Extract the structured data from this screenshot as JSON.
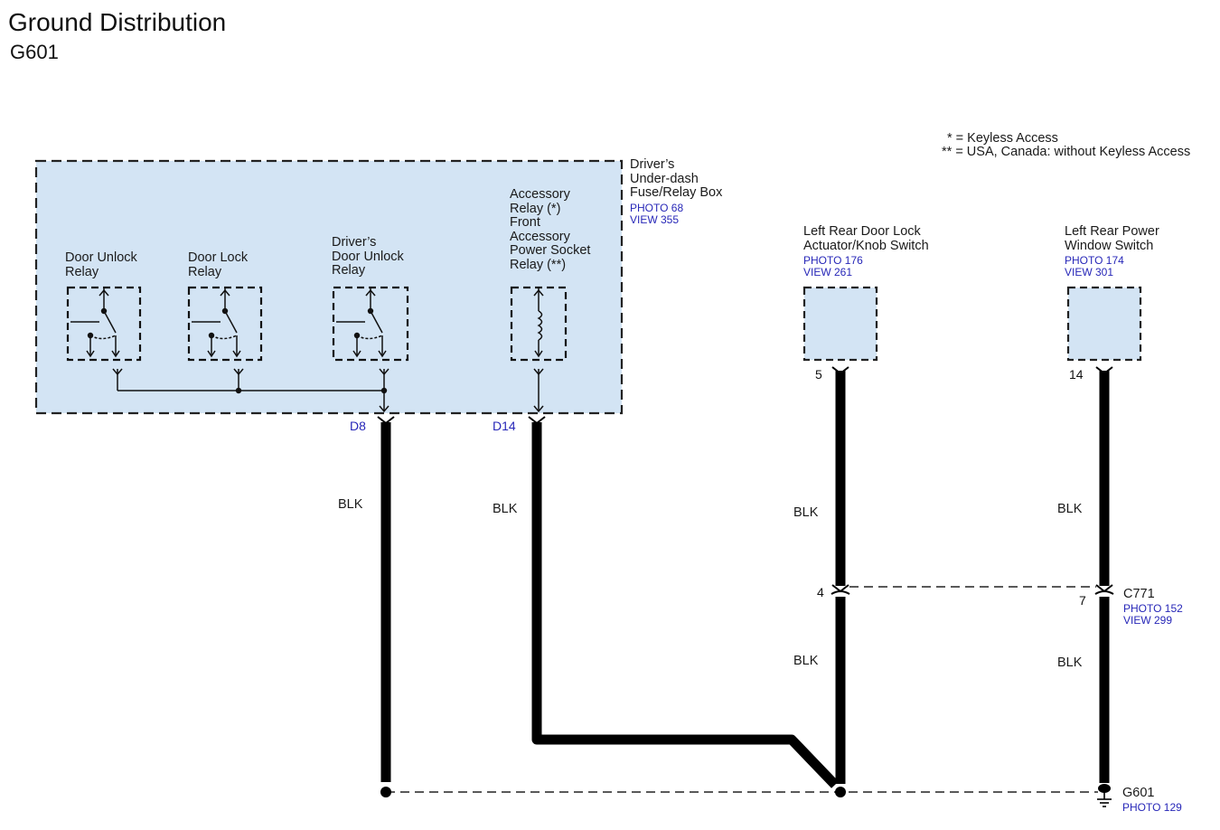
{
  "title": "Ground Distribution",
  "subtitle": "G601",
  "legend": {
    "line1": "* = Keyless Access",
    "line2": "** = USA, Canada: without Keyless Access"
  },
  "fuse_box": {
    "name": "Driver’s\nUnder-dash\nFuse/Relay Box",
    "ref": "PHOTO 68\nVIEW 355",
    "fill": "#d3e4f4",
    "relays": {
      "door_unlock": "Door Unlock\nRelay",
      "door_lock": "Door Lock\nRelay",
      "drivers_door_unlock": "Driver’s\nDoor Unlock\nRelay",
      "accessory": "Accessory\nRelay (*)\nFront\nAccessory\nPower Socket\nRelay (**)"
    },
    "pins": {
      "d8": "D8",
      "d14": "D14"
    }
  },
  "components": {
    "left_rear_door_lock": {
      "name": "Left Rear Door Lock\nActuator/Knob Switch",
      "ref": "PHOTO 176\nVIEW 261",
      "pin": "5"
    },
    "left_rear_power_window": {
      "name": "Left Rear Power\nWindow Switch",
      "ref": "PHOTO 174\nVIEW 301",
      "pin": "14"
    }
  },
  "connector_c771": {
    "name": "C771",
    "ref": "PHOTO 152\nVIEW 299",
    "pin_left": "4",
    "pin_right": "7"
  },
  "ground": {
    "name": "G601",
    "ref": "PHOTO 129"
  },
  "wires": {
    "d8_color": "BLK",
    "d14_color": "BLK",
    "door_lock_upper": "BLK",
    "door_lock_lower": "BLK",
    "window_upper": "BLK",
    "window_lower": "BLK"
  }
}
